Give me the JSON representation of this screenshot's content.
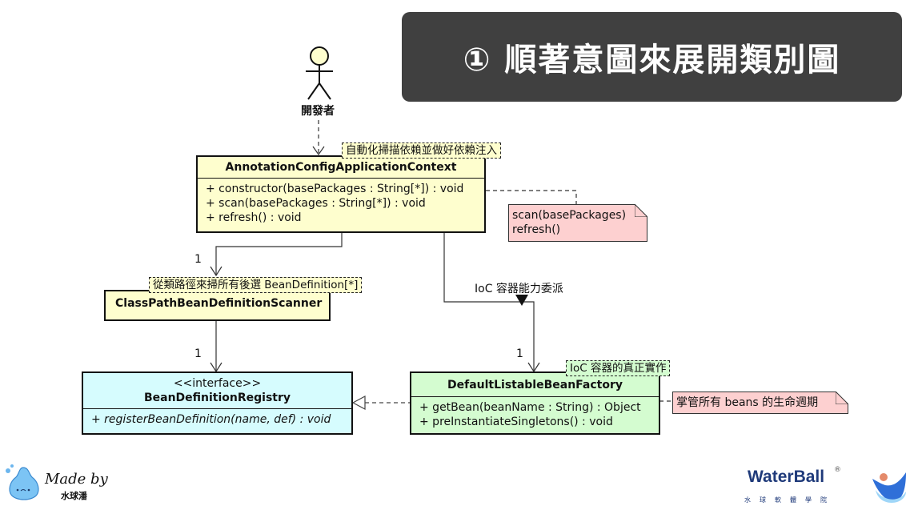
{
  "banner": {
    "title": "① 順著意圖來展開類別圖"
  },
  "actor": {
    "label": "開發者"
  },
  "classes": {
    "context": {
      "name": "AnnotationConfigApplicationContext",
      "methods": [
        "+ constructor(basePackages : String[*]) : void",
        "+ scan(basePackages : String[*]) : void",
        "+ refresh() : void"
      ],
      "tag": "自動化掃描依賴並做好依賴注入"
    },
    "scanner": {
      "name": "ClassPathBeanDefinitionScanner",
      "tag": "從類路徑來掃所有後選 BeanDefinition[*]"
    },
    "registry": {
      "stereotype": "<<interface>>",
      "name": "BeanDefinitionRegistry",
      "methods": [
        "+ registerBeanDefinition(name, def) : void"
      ]
    },
    "factory": {
      "name": "DefaultListableBeanFactory",
      "methods": [
        "+ getBean(beanName : String) : Object",
        "+ preInstantiateSingletons() : void"
      ],
      "tag": "IoC 容器的真正實作"
    }
  },
  "notes": {
    "constructor_note": [
      "scan(basePackages)",
      "refresh()"
    ],
    "factory_note": "掌管所有 beans 的生命週期"
  },
  "relations": {
    "delegation_label": "IoC 容器能力委派",
    "mult_scanner": "1",
    "mult_registry": "1",
    "mult_factory": "1"
  },
  "branding": {
    "made_by": "Made by",
    "made_by_name": "水球潘",
    "company": "WaterBall",
    "registered": "®",
    "company_sub": "水球軟體學院"
  }
}
